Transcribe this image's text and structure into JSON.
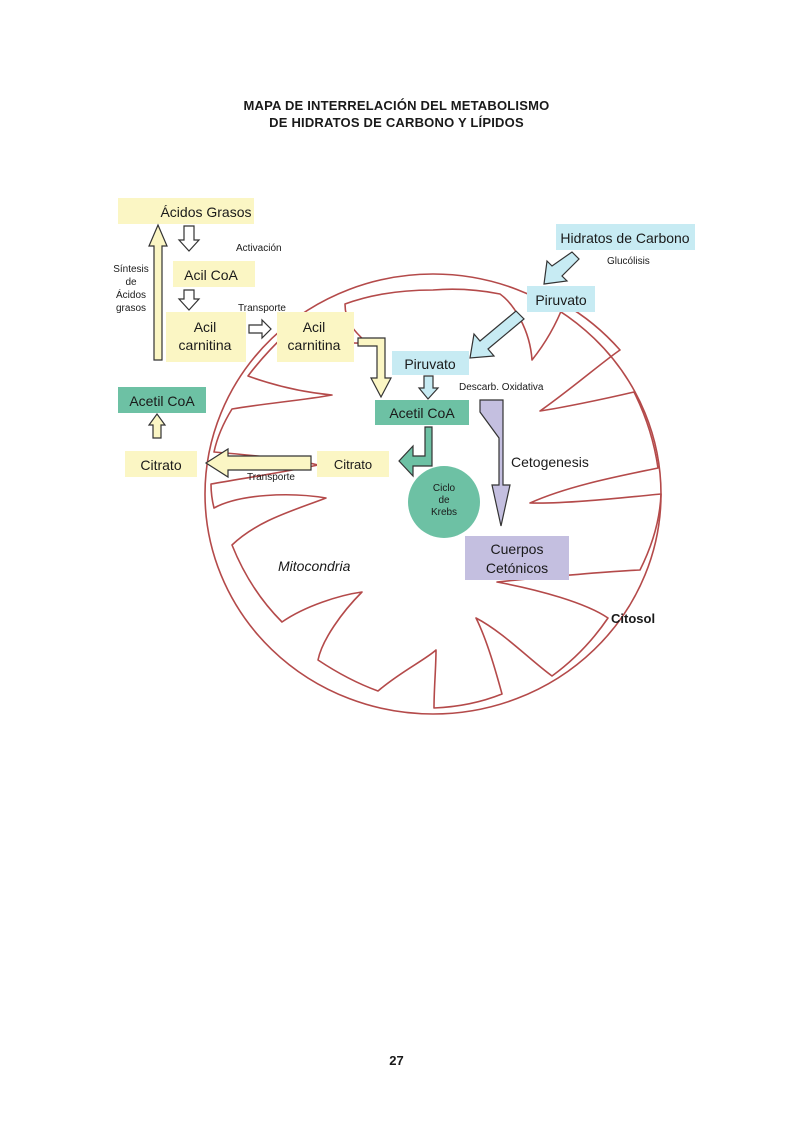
{
  "title": {
    "line1": "MAPA DE INTERRELACIÓN DEL METABOLISMO",
    "line2": "DE HIDRATOS DE CARBONO Y LÍPIDOS"
  },
  "colors": {
    "yellow": "#fbf6c4",
    "blue": "#c7ebf3",
    "green": "#6dc1a4",
    "purple": "#c4bfe0",
    "outline": "#b44a4a"
  },
  "boxes": {
    "acidos_grasos": "Ácidos Grasos",
    "acil_coa": "Acil CoA",
    "acil_carnitina_out_1": "Acil",
    "acil_carnitina_out_2": "carnitina",
    "acil_carnitina_in_1": "Acil",
    "acil_carnitina_in_2": "carnitina",
    "acetil_coa_out": "Acetil CoA",
    "citrato_out": "Citrato",
    "citrato_in": "Citrato",
    "hidratos": "Hidratos de Carbono",
    "piruvato_out": "Piruvato",
    "piruvato_in": "Piruvato",
    "acetil_coa_in": "Acetil CoA",
    "krebs_1": "Ciclo",
    "krebs_2": "de",
    "krebs_3": "Krebs",
    "cuerpos_1": "Cuerpos",
    "cuerpos_2": "Cetónicos"
  },
  "labels": {
    "activacion": "Activación",
    "sintesis_1": "Síntesis",
    "sintesis_2": "de",
    "sintesis_3": "Ácidos",
    "sintesis_4": "grasos",
    "transporte_top": "Transporte",
    "transporte_bottom": "Transporte",
    "glucolisis": "Glucólisis",
    "descarb": "Descarb. Oxidativa",
    "cetogenesis": "Cetogenesis",
    "mitocondria": "Mitocondria",
    "citosol": "Citosol"
  },
  "page_number": "27"
}
